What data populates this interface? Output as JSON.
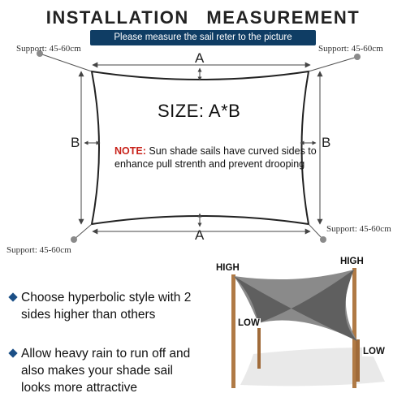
{
  "header": {
    "title": "INSTALLATION   MEASUREMENT",
    "banner": "Please measure the sail reter to the picture"
  },
  "diagram": {
    "support_label": "Support: 45-60cm",
    "dim_a": "A",
    "dim_b": "B",
    "size_text": "SIZE: A*B",
    "note_label": "NOTE:",
    "note_text": " Sun shade sails have curved sides to enhance pull strenth and prevent drooping"
  },
  "bullets": [
    "Choose hyperbolic style with 2 sides higher than others",
    "Allow heavy rain to run off and also makes your shade sail looks more attractive"
  ],
  "hyperbolic": {
    "high": "HIGH",
    "low": "LOW"
  },
  "colors": {
    "banner_bg": "#0f3d64",
    "note_red": "#c8221a",
    "bullet_blue": "#1b4f86",
    "sail_dark": "#6d6d6d",
    "post": "#b07a45"
  }
}
